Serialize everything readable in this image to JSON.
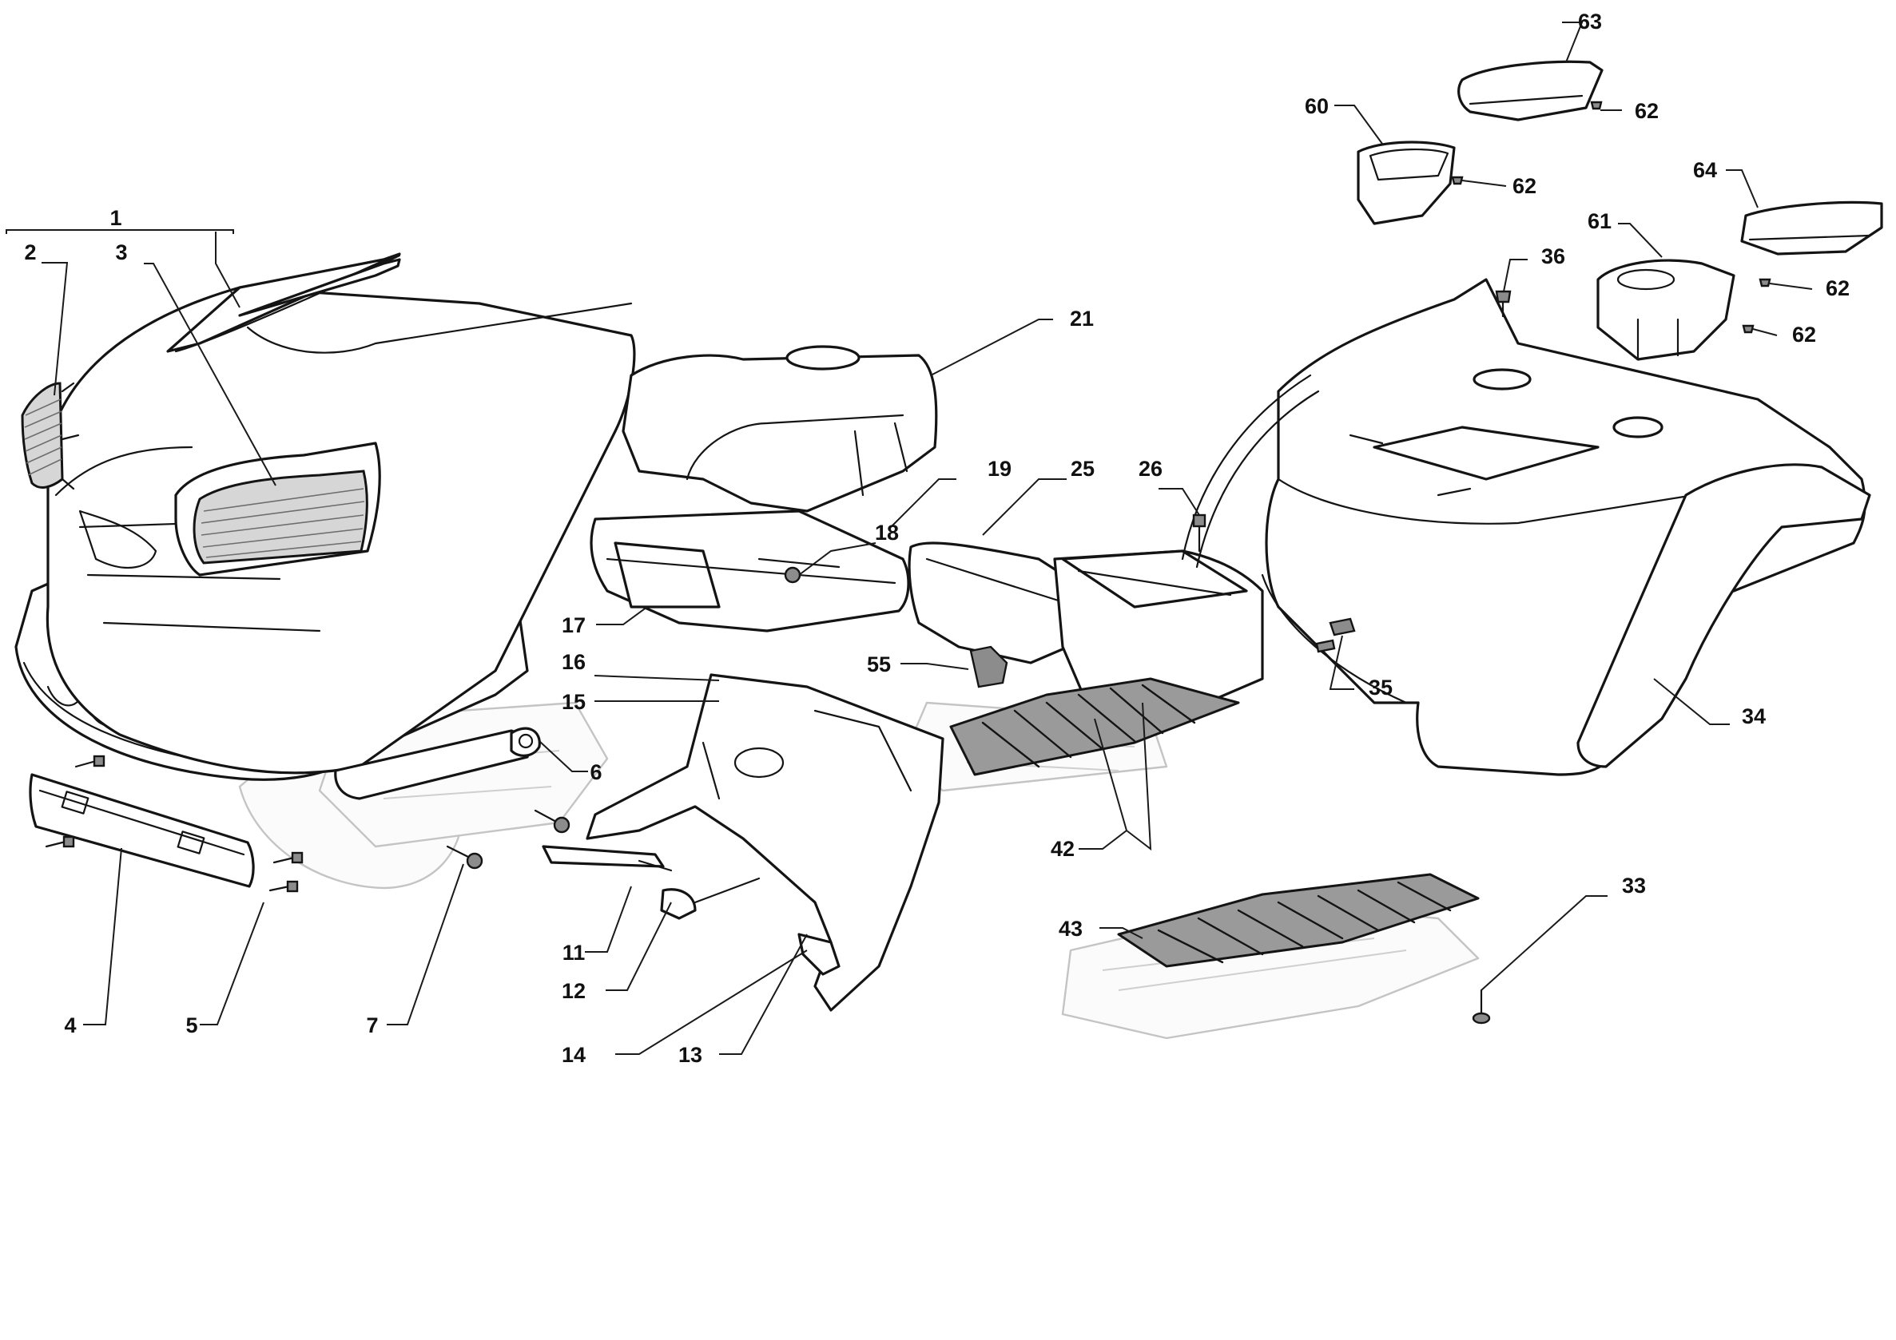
{
  "diagram": {
    "callouts": [
      {
        "id": "c1",
        "text": "1"
      },
      {
        "id": "c2",
        "text": "2"
      },
      {
        "id": "c3",
        "text": "3"
      },
      {
        "id": "c4",
        "text": "4"
      },
      {
        "id": "c5",
        "text": "5"
      },
      {
        "id": "c6",
        "text": "6"
      },
      {
        "id": "c7",
        "text": "7"
      },
      {
        "id": "c11",
        "text": "11"
      },
      {
        "id": "c12",
        "text": "12"
      },
      {
        "id": "c13",
        "text": "13"
      },
      {
        "id": "c14",
        "text": "14"
      },
      {
        "id": "c15",
        "text": "15"
      },
      {
        "id": "c16",
        "text": "16"
      },
      {
        "id": "c17",
        "text": "17"
      },
      {
        "id": "c18",
        "text": "18"
      },
      {
        "id": "c19",
        "text": "19"
      },
      {
        "id": "c21",
        "text": "21"
      },
      {
        "id": "c25",
        "text": "25"
      },
      {
        "id": "c26",
        "text": "26"
      },
      {
        "id": "c33",
        "text": "33"
      },
      {
        "id": "c34",
        "text": "34"
      },
      {
        "id": "c35",
        "text": "35"
      },
      {
        "id": "c36",
        "text": "36"
      },
      {
        "id": "c42",
        "text": "42"
      },
      {
        "id": "c43",
        "text": "43"
      },
      {
        "id": "c55",
        "text": "55"
      },
      {
        "id": "c60",
        "text": "60"
      },
      {
        "id": "c61",
        "text": "61"
      },
      {
        "id": "c62a",
        "text": "62"
      },
      {
        "id": "c62b",
        "text": "62"
      },
      {
        "id": "c62c",
        "text": "62"
      },
      {
        "id": "c62d",
        "text": "62"
      },
      {
        "id": "c63",
        "text": "63"
      },
      {
        "id": "c64",
        "text": "64"
      }
    ]
  }
}
